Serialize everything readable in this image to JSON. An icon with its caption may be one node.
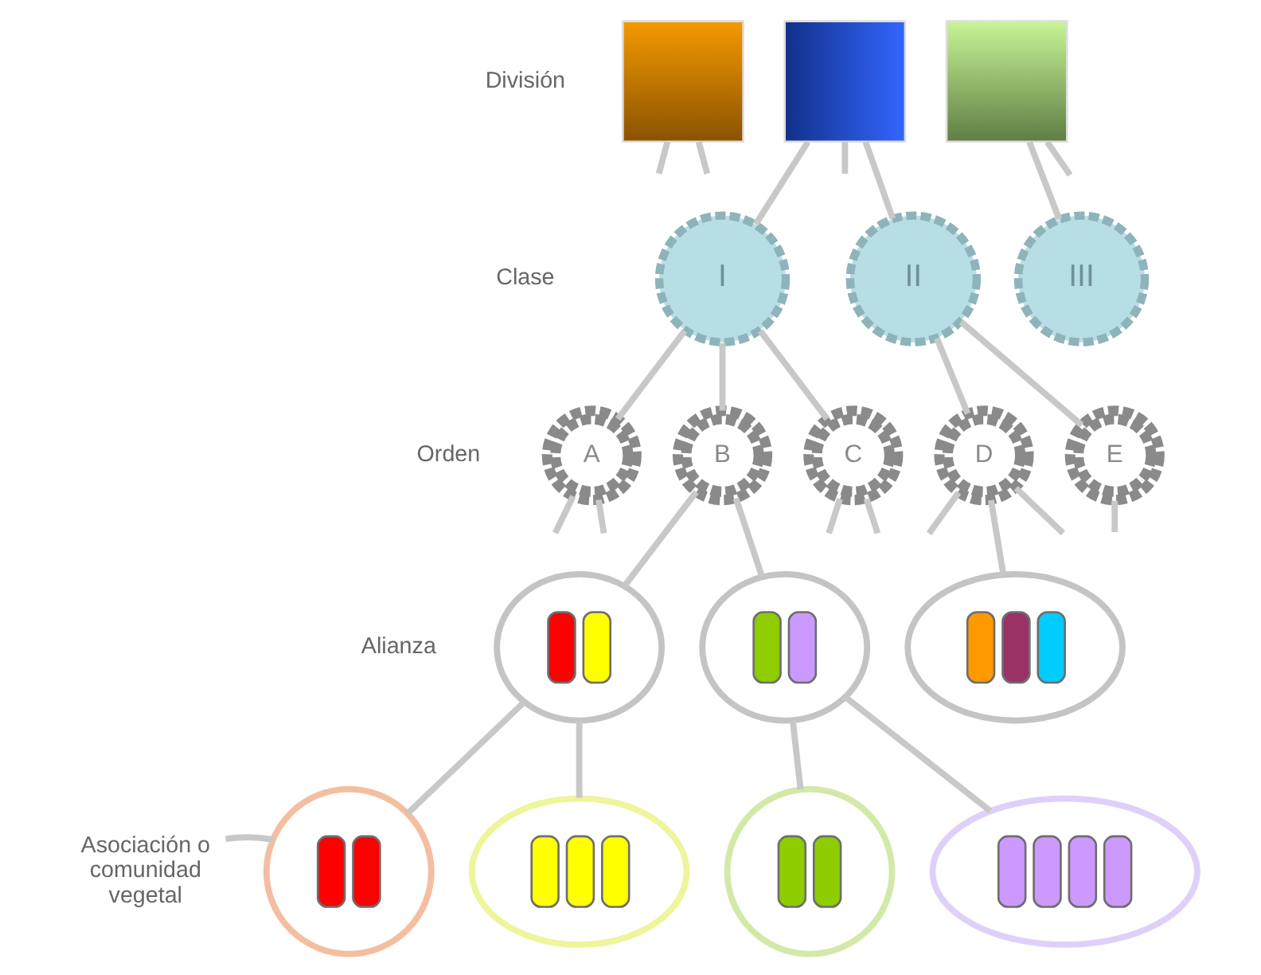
{
  "diagram": {
    "nodes": [
      {
        "text": [],
        "shape": "box"
      },
      {
        "text": [],
        "shape": "box"
      },
      {
        "text": [],
        "shape": "box"
      },
      {
        "text": [
          "I"
        ]
      },
      {
        "text": [
          "II"
        ]
      },
      {
        "text": [
          "III"
        ]
      },
      {
        "text": [
          "A"
        ]
      },
      {
        "text": [
          "B"
        ]
      },
      {
        "text": [
          "C"
        ]
      },
      {
        "text": [
          "D"
        ]
      },
      {
        "text": [
          "E"
        ]
      },
      {
        "text": [],
        "shape": "ellipse"
      },
      {
        "text": [],
        "shape": "ellipse"
      },
      {
        "text": [],
        "shape": "ellipse"
      },
      {
        "text": [
          "Asociación o comunidad vegetal"
        ]
      },
      {
        "text": [],
        "shape": "circle"
      },
      {
        "text": [],
        "shape": "ellipse"
      },
      {
        "text": [],
        "shape": "circle"
      },
      {
        "text": [],
        "shape": "ellipse"
      }
    ],
    "edges": [
      {
        "from": 0,
        "to": null,
        "arrow": "none"
      },
      {
        "from": 0,
        "to": null,
        "arrow": "none"
      },
      {
        "from": 1,
        "to": 3,
        "arrow": "none"
      },
      {
        "from": 1,
        "to": null,
        "arrow": "none"
      },
      {
        "from": 1,
        "to": 4,
        "arrow": "none"
      },
      {
        "from": 2,
        "to": 5,
        "arrow": "none"
      },
      {
        "from": 2,
        "to": null,
        "arrow": "none"
      },
      {
        "from": 3,
        "to": 6,
        "arrow": "none"
      },
      {
        "from": 3,
        "to": 7,
        "arrow": "none"
      },
      {
        "from": 3,
        "to": 8,
        "arrow": "none"
      },
      {
        "from": 4,
        "to": 9,
        "arrow": "none"
      },
      {
        "from": 4,
        "to": 10,
        "arrow": "none"
      },
      {
        "from": 6,
        "to": null,
        "arrow": "none"
      },
      {
        "from": 6,
        "to": null,
        "arrow": "none"
      },
      {
        "from": 7,
        "to": 11,
        "arrow": "none"
      },
      {
        "from": 7,
        "to": 12,
        "arrow": "none"
      },
      {
        "from": 8,
        "to": null,
        "arrow": "none"
      },
      {
        "from": 8,
        "to": null,
        "arrow": "none"
      },
      {
        "from": 9,
        "to": null,
        "arrow": "none"
      },
      {
        "from": 9,
        "to": 13,
        "arrow": "none"
      },
      {
        "from": 9,
        "to": null,
        "arrow": "none"
      },
      {
        "from": 10,
        "to": null,
        "arrow": "none"
      },
      {
        "from": 11,
        "to": 15,
        "arrow": "none"
      },
      {
        "from": 11,
        "to": 16,
        "arrow": "none"
      },
      {
        "from": 12,
        "to": 17,
        "arrow": "none"
      },
      {
        "from": 12,
        "to": 18,
        "arrow": "none"
      },
      {
        "from": 14,
        "to": 15,
        "arrow": "none"
      }
    ],
    "labels": [
      "División",
      "Clase",
      "Orden",
      "Alianza"
    ]
  }
}
